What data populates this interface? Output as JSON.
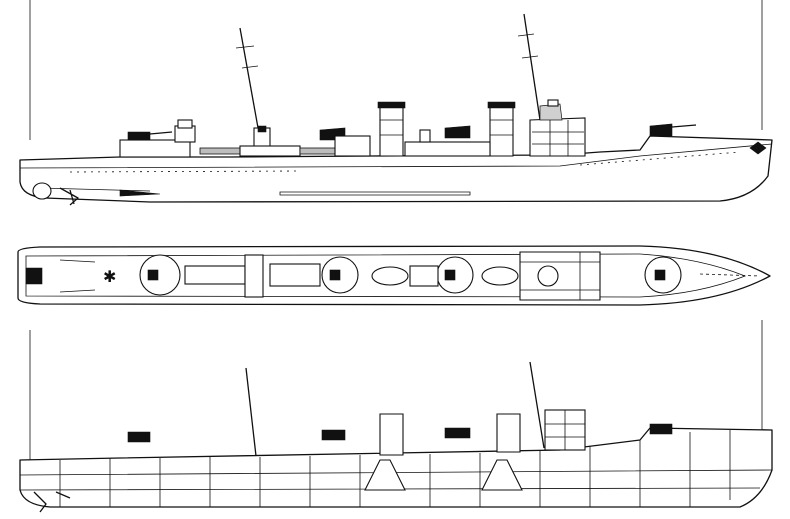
{
  "drawing": {
    "views": [
      {
        "id": "profile",
        "description_visible": false
      },
      {
        "id": "plan",
        "description_visible": false
      },
      {
        "id": "inboard-profile",
        "description_visible": false
      }
    ],
    "colors": {
      "ink": "#111111",
      "paper": "#ffffff",
      "shade": "#bdbdbd"
    }
  }
}
